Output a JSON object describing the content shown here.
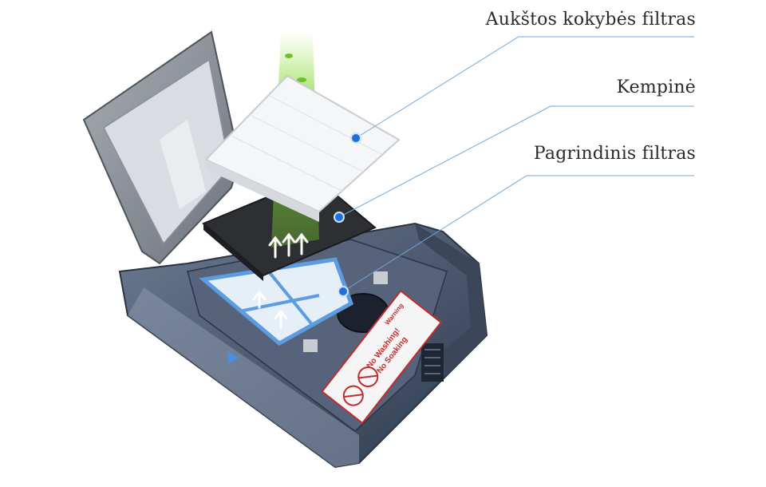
{
  "labels": {
    "hq_filter": "Aukštos kokybės filtras",
    "sponge": "Kempinė",
    "main_filter": "Pagrindinis filtras"
  },
  "sticker": {
    "warning": "Warning",
    "no_washing": "No Washing!",
    "no_soaking": "No Soaking"
  },
  "colors": {
    "leader_line": "#6fa8dc",
    "marker_dot": "#1f6fd8",
    "airflow_green": "#7bd12f",
    "bin_body": "#4b5a73",
    "filter_frame": "#5b9de0"
  }
}
